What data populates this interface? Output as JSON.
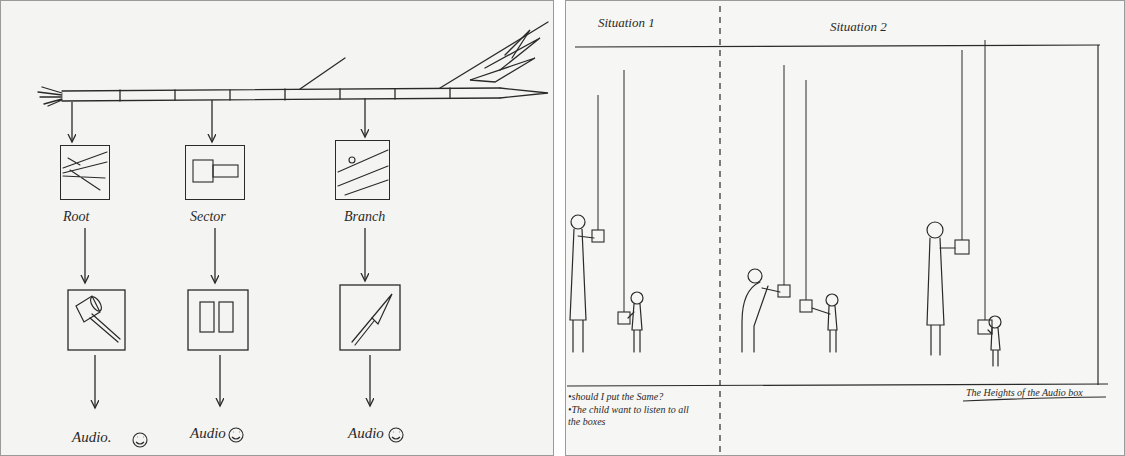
{
  "diagram": {
    "nodes": [
      {
        "text": [
          "Root"
        ]
      },
      {
        "text": [
          "Sector"
        ]
      },
      {
        "text": [
          "Branch"
        ]
      }
    ],
    "labels": [
      "Audio.",
      "Audio",
      "Audio",
      "Situation 1",
      "Situation 2",
      "•should I put the Same?",
      "•The child want to listen to all the boxes",
      "The Heights of the Audio box"
    ]
  }
}
